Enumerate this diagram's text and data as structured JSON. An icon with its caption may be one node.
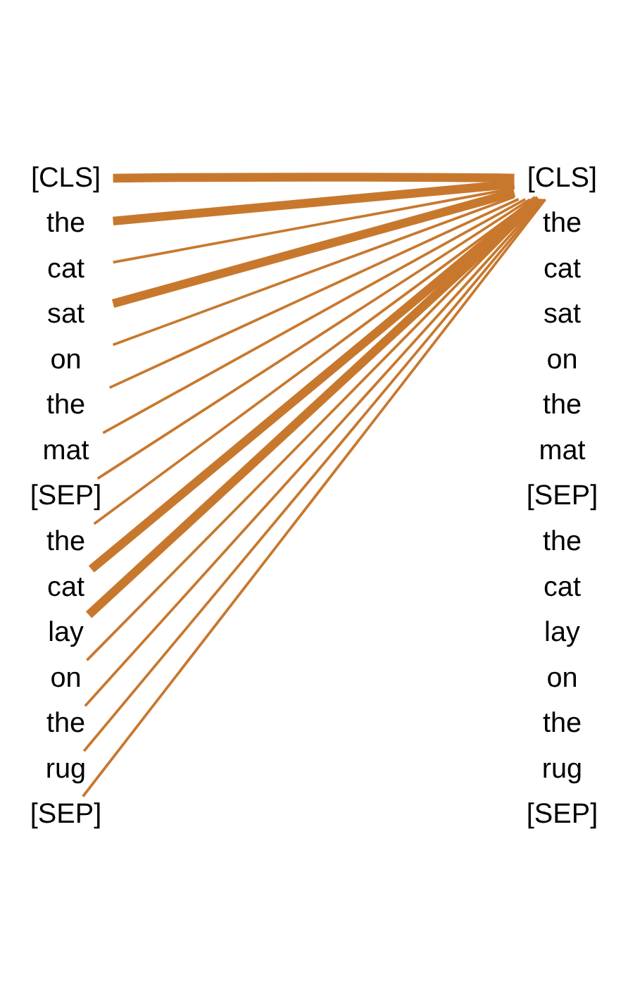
{
  "diagram": {
    "nodes": [
      {
        "text": [
          "[CLS]"
        ]
      },
      {
        "text": [
          "the"
        ]
      },
      {
        "text": [
          "cat"
        ]
      },
      {
        "text": [
          "sat"
        ]
      },
      {
        "text": [
          "on"
        ]
      },
      {
        "text": [
          "the"
        ]
      },
      {
        "text": [
          "mat"
        ]
      },
      {
        "text": [
          "[SEP]"
        ]
      },
      {
        "text": [
          "the"
        ]
      },
      {
        "text": [
          "cat"
        ]
      },
      {
        "text": [
          "lay"
        ]
      },
      {
        "text": [
          "on"
        ]
      },
      {
        "text": [
          "the"
        ]
      },
      {
        "text": [
          "rug"
        ]
      },
      {
        "text": [
          "[SEP]"
        ]
      },
      {
        "text": [
          "[CLS]"
        ]
      },
      {
        "text": [
          "the"
        ]
      },
      {
        "text": [
          "cat"
        ]
      },
      {
        "text": [
          "sat"
        ]
      },
      {
        "text": [
          "on"
        ]
      },
      {
        "text": [
          "the"
        ]
      },
      {
        "text": [
          "mat"
        ]
      },
      {
        "text": [
          "[SEP]"
        ]
      },
      {
        "text": [
          "the"
        ]
      },
      {
        "text": [
          "cat"
        ]
      },
      {
        "text": [
          "lay"
        ]
      },
      {
        "text": [
          "on"
        ]
      },
      {
        "text": [
          "the"
        ]
      },
      {
        "text": [
          "rug"
        ]
      },
      {
        "text": [
          "[SEP]"
        ]
      }
    ],
    "edges": [
      {
        "from": 0,
        "to": 15,
        "arrow": "none",
        "style": "thick"
      },
      {
        "from": 1,
        "to": 15,
        "arrow": "none",
        "style": "thick"
      },
      {
        "from": 2,
        "to": 15,
        "arrow": "none"
      },
      {
        "from": 3,
        "to": 15,
        "arrow": "none",
        "style": "thick"
      },
      {
        "from": 4,
        "to": 15,
        "arrow": "none"
      },
      {
        "from": 5,
        "to": 15,
        "arrow": "none"
      },
      {
        "from": 6,
        "to": 15,
        "arrow": "none"
      },
      {
        "from": 7,
        "to": 15,
        "arrow": "none"
      },
      {
        "from": 8,
        "to": 15,
        "arrow": "none"
      },
      {
        "from": 9,
        "to": 15,
        "arrow": "none",
        "style": "thick"
      },
      {
        "from": 10,
        "to": 15,
        "arrow": "none",
        "style": "thick"
      },
      {
        "from": 11,
        "to": 15,
        "arrow": "none"
      },
      {
        "from": 12,
        "to": 15,
        "arrow": "none"
      },
      {
        "from": 13,
        "to": 15,
        "arrow": "none"
      },
      {
        "from": 14,
        "to": 15,
        "arrow": "none"
      }
    ]
  }
}
